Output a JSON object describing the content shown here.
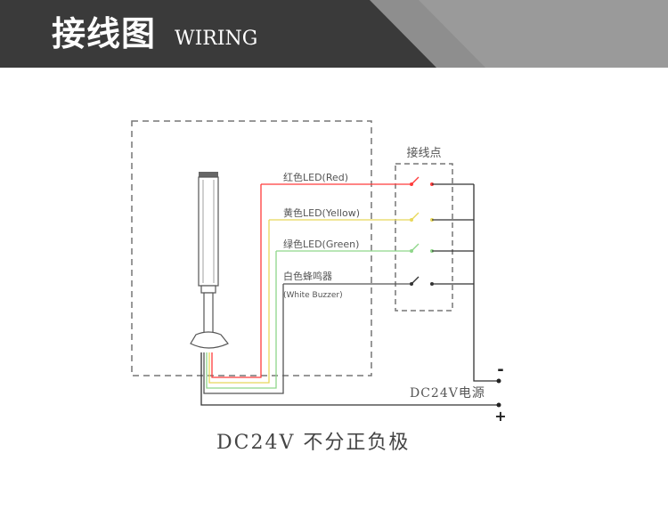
{
  "header": {
    "title_cn": "接线图",
    "title_en": "WIRING"
  },
  "diagram": {
    "contact_box_label": "接线点",
    "wires": [
      {
        "label": "红色LED(Red)",
        "color": "#ff3b3b"
      },
      {
        "label": "黄色LED(Yellow)",
        "color": "#f0e27a"
      },
      {
        "label": "绿色LED(Green)",
        "color": "#8fd68a"
      },
      {
        "label": "白色蜂鸣器",
        "sublabel": "(White Buzzer)",
        "color": "#555555"
      }
    ],
    "minus_sign": "-",
    "plus_sign": "+",
    "power_label": "DC24V电源"
  },
  "footer": {
    "note": "DC24V 不分正负极"
  }
}
